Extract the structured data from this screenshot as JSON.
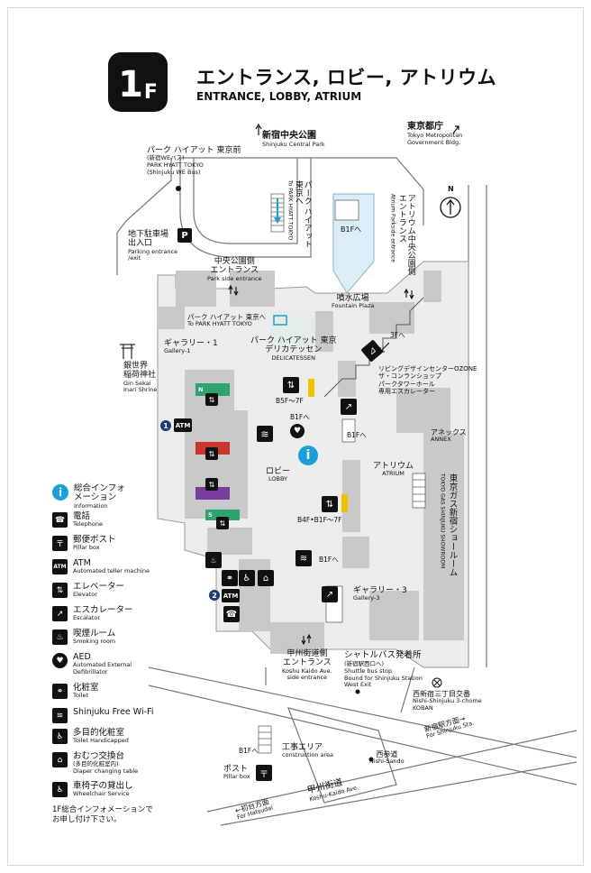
{
  "header": {
    "floor_main": "1",
    "floor_suffix": "F",
    "title_jp": "エントランス, ロビー, アトリウム",
    "title_en": "ENTRANCE, LOBBY, ATRIUM"
  },
  "map": {
    "central_park_jp": "新宿中央公園",
    "central_park_en": "Shinjuku Central Park",
    "tmg_jp": "東京都庁",
    "tmg_en_1": "Tokyo Metropolitan",
    "tmg_en_2": "Government Bldg.",
    "park_hyatt_jp": "パーク ハイアット 東京前",
    "park_hyatt_bus_jp": "(新宿WEバス)",
    "park_hyatt_en": "PARK HYATT TOKYO",
    "park_hyatt_bus_en": "(Shinjuku WE Bus)",
    "to_park_hyatt_vert_jp": "パーク ハイアット 東京へ",
    "to_park_hyatt_vert_en": "To PARK HYATT TOKYO",
    "atrium_side_jp": "アトリウム中央公園側エントランス",
    "atrium_side_en": "Atrium Parkside entrance",
    "north": "N",
    "b1f_to": "B1Fへ",
    "parking_jp_1": "地下駐車場",
    "parking_jp_2": "出入口",
    "parking_en_1": "Parking entrance",
    "parking_en_2": "/exit",
    "parking_icon": "P",
    "park_side_jp_1": "中央公園側",
    "park_side_jp_2": "エントランス",
    "park_side_en": "Park side entrance",
    "fountain_jp": "噴水広場",
    "fountain_en": "Fountain Plaza",
    "to_hyatt_jp": "パーク ハイアット 東京へ",
    "to_hyatt_en": "To PARK HYATT TOKYO",
    "gallery1_jp": "ギャラリー・1",
    "gallery1_en": "Gallery-1",
    "deli_jp_1": "パーク ハイアット 東京",
    "deli_jp_2": "デリカテッセン",
    "deli_en": "DELICATESSEN",
    "shrine_jp_1": "銀世界",
    "shrine_jp_2": "稲荷神社",
    "shrine_en_1": "Gin Sekai",
    "shrine_en_2": "Inari Shrine",
    "to_3f": "3Fへ",
    "ozone_1": "リビングデザインセンターOZONE",
    "ozone_2": "ザ・コンランショップ",
    "ozone_3": "パークタワーホール",
    "ozone_4": "専用エスカレーター",
    "b5f_7f": "B5F〜7F",
    "b1f_to_2": "B1Fへ",
    "b1f_to_3": "B1Fへ",
    "lobby_jp": "ロビー",
    "lobby_en": "LOBBY",
    "atrium_jp": "アトリウム",
    "atrium_en": "ATRIUM",
    "annex_jp": "アネックス",
    "annex_en": "ANNEX",
    "showroom_jp": "東京ガス新宿ショールーム",
    "showroom_en": "TOKYO GAS SHINJUKU SHOWROOM",
    "b4f_7f": "B4F•B1F〜7F",
    "b1f_to_4": "B1Fへ",
    "gallery3_jp": "ギャラリー・3",
    "gallery3_en": "Gallery-3",
    "koshu_jp_1": "甲州街道側",
    "koshu_jp_2": "エントランス",
    "koshu_en_1": "Koshu Kaido Ave.",
    "koshu_en_2": "side entrance",
    "shuttle_jp": "シャトルバス発着所",
    "shuttle_sub_jp": "(新宿駅西口へ)",
    "shuttle_en_1": "Shuttle bus stop",
    "shuttle_en_2": "Bound for Shinjuku Station",
    "shuttle_en_3": "West Exit",
    "koban_jp": "西新宿三丁目交番",
    "koban_en_1": "Nishi-Shinjuku 3-chome",
    "koban_en_2": "KOBAN",
    "to_station_jp": "新宿駅方面→",
    "to_station_en": "For Shinjuku Sta.",
    "construction_jp": "工事エリア",
    "construction_en": "construction area",
    "b1f_to_5": "B1Fへ",
    "nishisando_jp": "西参道",
    "nishisando_en": "Nishi-Sando",
    "post_jp": "ポスト",
    "post_en": "Pillar box",
    "koshu_road_jp": "甲州街道",
    "koshu_road_en": "Koshu-Kaido Ave.",
    "hatsudai_jp": "←初台方面",
    "hatsudai_en": "For Hatsudai",
    "atm_label": "ATM",
    "atm1_num": "1",
    "atm2_num": "2",
    "elev_n": "N",
    "elev_s": "S",
    "info_i": "i"
  },
  "legend": [
    {
      "icon": "info-icon",
      "jp": "総合インフォメーション",
      "en": "Information"
    },
    {
      "icon": "telephone-icon",
      "jp": "電話",
      "en": "Telephone"
    },
    {
      "icon": "pillar-box-icon",
      "jp": "郵便ポスト",
      "en": "Pillar box"
    },
    {
      "icon": "atm-icon",
      "jp": "ATM",
      "en": "Automated teller machine",
      "icon_text": "ATM"
    },
    {
      "icon": "elevator-icon",
      "jp": "エレベーター",
      "en": "Elevator"
    },
    {
      "icon": "escalator-icon",
      "jp": "エスカレーター",
      "en": "Escalator"
    },
    {
      "icon": "smoking-room-icon",
      "jp": "喫煙ルーム",
      "en": "Smoking room"
    },
    {
      "icon": "aed-icon",
      "jp": "AED",
      "en": "Automated External Defibrillator"
    },
    {
      "icon": "toilet-icon",
      "jp": "化粧室",
      "en": "Toilet"
    },
    {
      "icon": "wifi-icon",
      "jp": "Shinjuku Free Wi-Fi",
      "en": ""
    },
    {
      "icon": "accessible-toilet-icon",
      "jp": "多目的化粧室",
      "en": "Toilet Handicapped"
    },
    {
      "icon": "diaper-table-icon",
      "jp": "おむつ交換台",
      "sub": "(多目的化粧室内)",
      "en": "Diaper changing table"
    },
    {
      "icon": "wheelchair-icon",
      "jp": "車椅子の貸出し",
      "en": "Wheelchair Service"
    }
  ],
  "footnote_1": "1F総合インフォメーションで",
  "footnote_2": "お申し付け下さい。",
  "colors": {
    "building_gray": "#c9c9c9",
    "floor_light": "#ececec",
    "info_blue": "#1aa0d8",
    "elevator_green": "#2ea36b",
    "elevator_red": "#c9372c",
    "elevator_purple": "#7a3c9a",
    "escalator_yellow": "#f2c100",
    "water_blue": "#dbeef8",
    "atm_navy": "#1d3a7a"
  }
}
